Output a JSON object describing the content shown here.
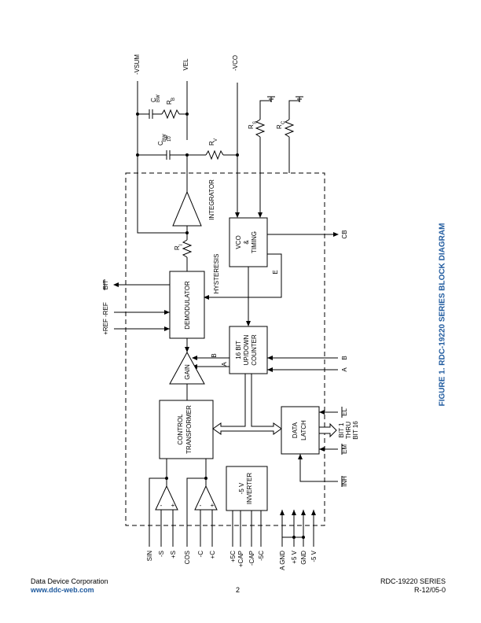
{
  "figure_title": "FIGURE 1. RDC-19220 SERIES BLOCK DIAGRAM",
  "footer": {
    "company": "Data Device Corporation",
    "website": "www.ddc-web.com",
    "page_number": "2",
    "series": "RDC-19220 SERIES",
    "revision": "R-12/05-0"
  },
  "top_labels": {
    "vsum": "-VSUM",
    "vel": "VEL",
    "vco": "-VCO"
  },
  "components": {
    "cbw": "C",
    "cbw_sub": "BW",
    "rb": "R",
    "rb_sub": "B",
    "cbw10": "C",
    "cbw10_sub_top": "BW",
    "cbw10_sub_bot": "10",
    "rv": "R",
    "rv_sub": "V",
    "rs": "R",
    "rs_sub": "S",
    "rc": "R",
    "rc_sub": "C",
    "ri": "R",
    "ri_sub": "I"
  },
  "blocks": {
    "integrator": "INTEGRATOR",
    "hysteresis": "HYSTERESIS",
    "demodulator": "DEMODULATOR",
    "gain": "GAIN",
    "control_transformer_l1": "CONTROL",
    "control_transformer_l2": "TRANSFORMER",
    "vco_l1": "VCO",
    "vco_l2": "&",
    "vco_l3": "TIMING",
    "counter_l1": "16 BIT",
    "counter_l2": "UP/DOWN",
    "counter_l3": "COUNTER",
    "latch_l1": "DATA",
    "latch_l2": "LATCH",
    "inverter_l1": "-5 V",
    "inverter_l2": "INVERTER"
  },
  "signals": {
    "cb": "CB",
    "e": "E",
    "bit": "BIT",
    "ref": "+REF -REF",
    "b_internal": "B",
    "a_internal": "A",
    "b_input": "B",
    "a_input": "A",
    "el": "EL",
    "bit_range_l1": "BIT 1",
    "bit_range_l2": "THRU",
    "bit_range_l3": "BIT 16",
    "em": "EM",
    "inh": "INH",
    "plus": "+",
    "minus": "-"
  },
  "bottom_pins": [
    "SIN",
    "-S",
    "+S",
    "COS",
    "-C",
    "+C",
    "+5C",
    "+CAP",
    "-CAP",
    "-5C",
    "A GND",
    "+5 V",
    "GND",
    "-5 V"
  ]
}
